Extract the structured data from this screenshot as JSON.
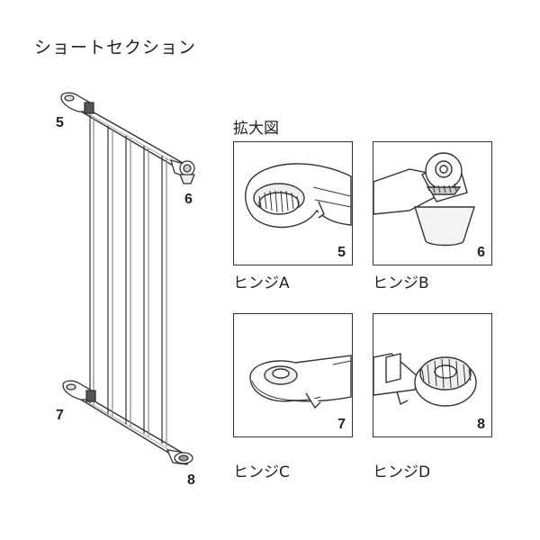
{
  "header": {
    "title": "ショートセクション"
  },
  "zoom": {
    "title": "拡大図"
  },
  "gate_labels": {
    "p5": "5",
    "p6": "6",
    "p7": "7",
    "p8": "8"
  },
  "panels": [
    {
      "number": "5",
      "caption": "ヒンジA"
    },
    {
      "number": "6",
      "caption": "ヒンジB"
    },
    {
      "number": "7",
      "caption": "ヒンジC"
    },
    {
      "number": "8",
      "caption": "ヒンジD"
    }
  ]
}
